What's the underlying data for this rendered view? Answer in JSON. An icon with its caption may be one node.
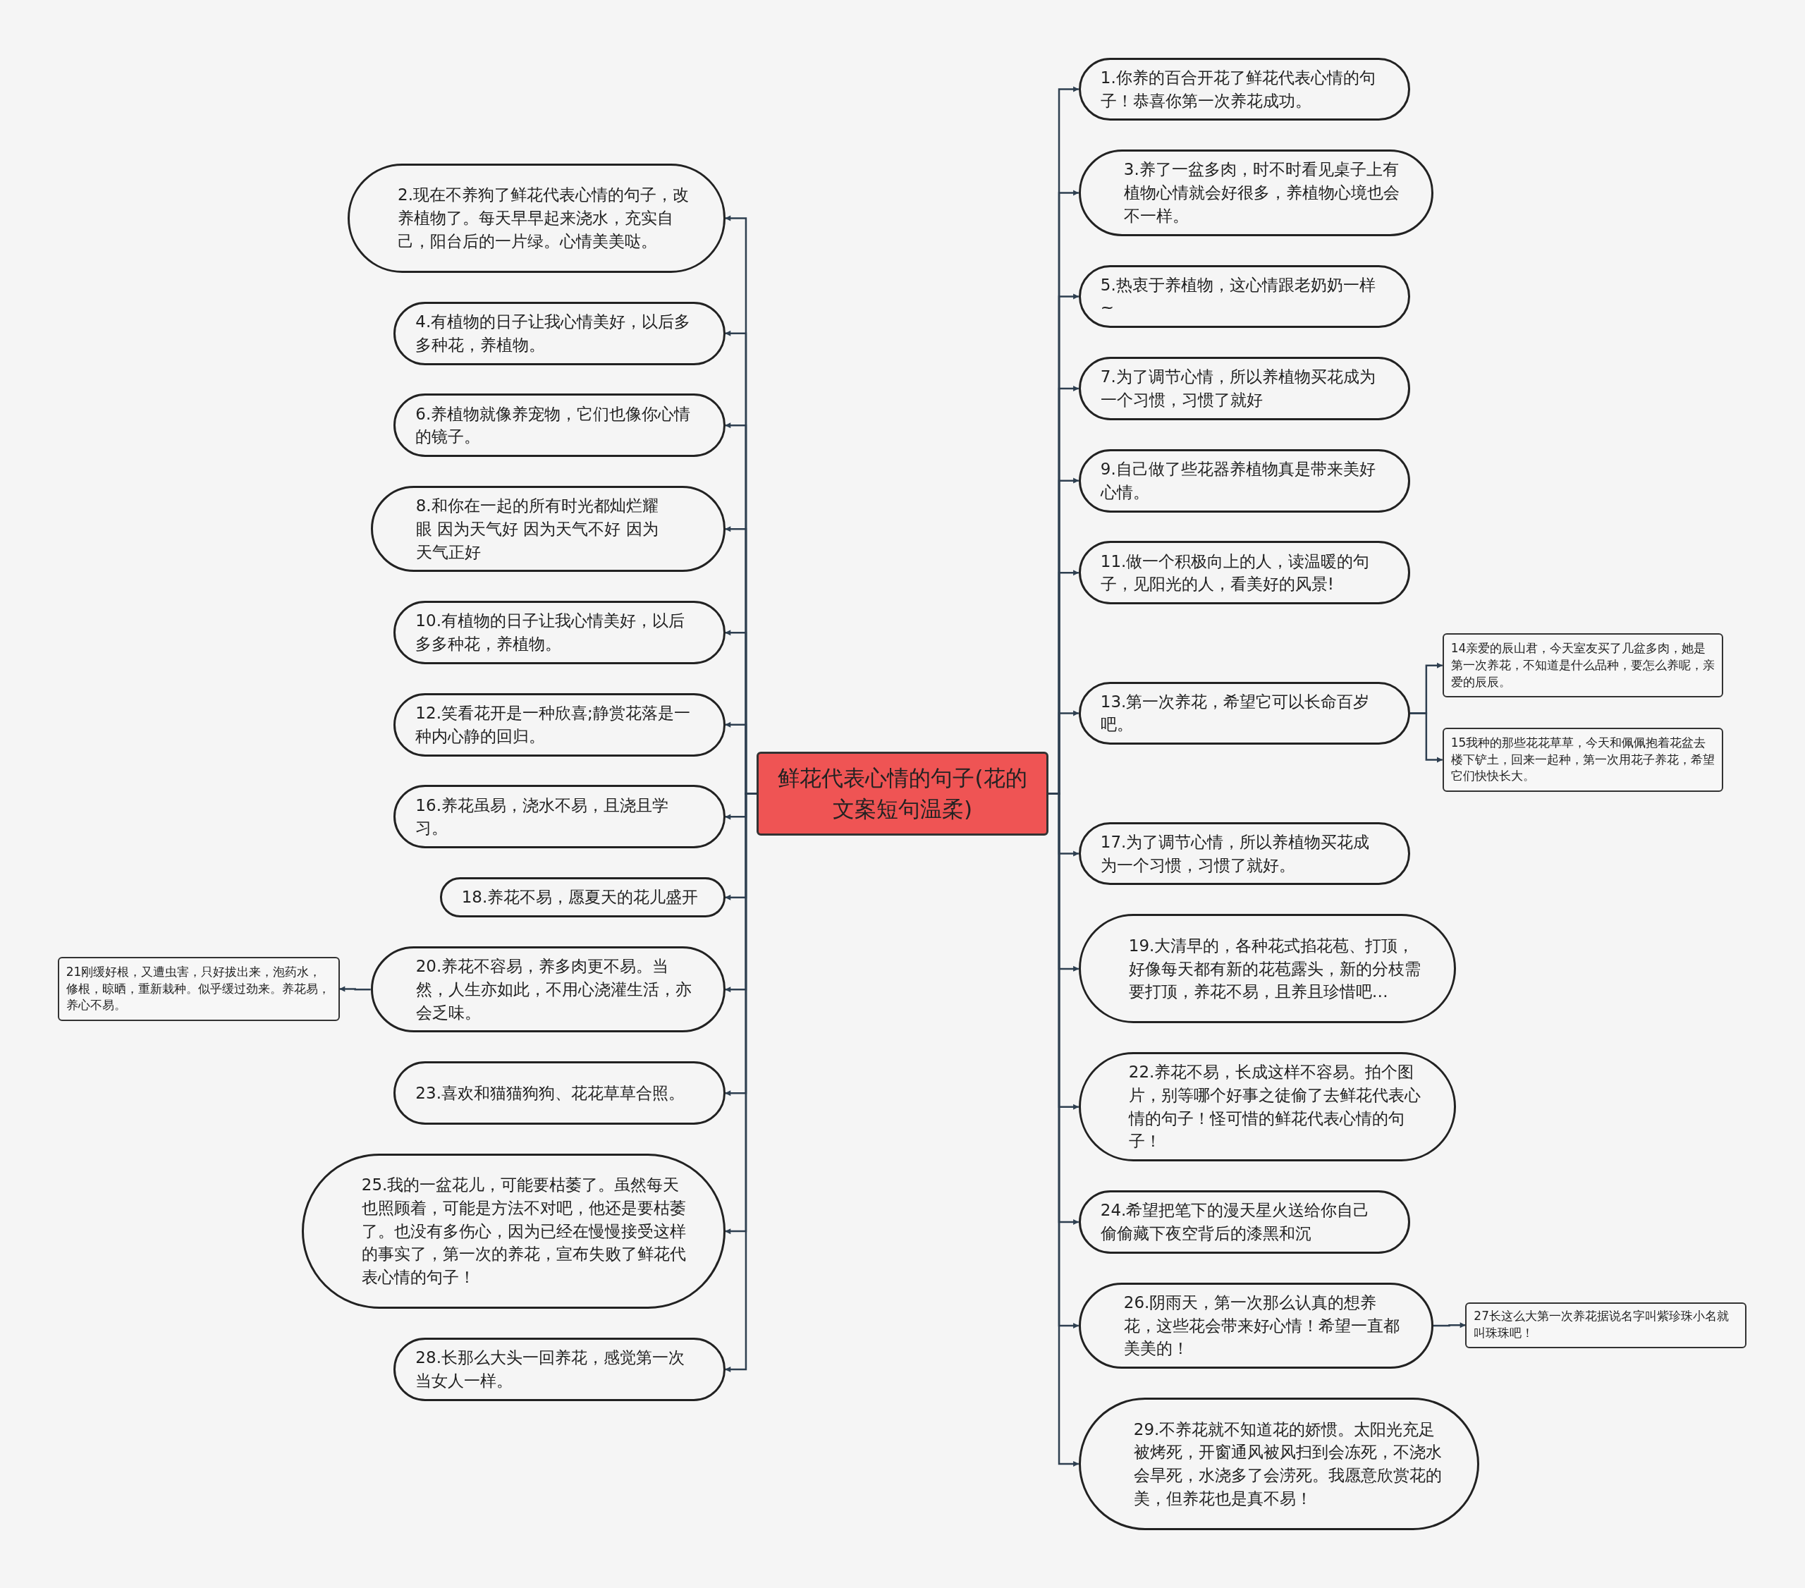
{
  "diagram": {
    "nodes": [
      {
        "text": [
          "鲜花代表心情的句子(花的文案短句温柔)"
        ]
      },
      {
        "text": [
          "1.你养的百合开花了鲜花代表心情的句子！恭喜你第一次养花成功。"
        ]
      },
      {
        "text": [
          "2.现在不养狗了鲜花代表心情的句子，改养植物了。每天早早起来浇水，充实自己，阳台后的一片绿。心情美美哒。"
        ]
      },
      {
        "text": [
          "3.养了一盆多肉，时不时看见桌子上有植物心情就会好很多，养植物心境也会不一样。"
        ]
      },
      {
        "text": [
          "4.有植物的日子让我心情美好，以后多多种花，养植物。"
        ]
      },
      {
        "text": [
          "5.热衷于养植物，这心情跟老奶奶一样~"
        ]
      },
      {
        "text": [
          "6.养植物就像养宠物，它们也像你心情的镜子。"
        ]
      },
      {
        "text": [
          "7.为了调节心情，所以养植物买花成为一个习惯，习惯了就好"
        ]
      },
      {
        "text": [
          "8.和你在一起的所有时光都灿烂耀眼 因为天气好 因为天气不好 因为天气正好"
        ]
      },
      {
        "text": [
          "9.自己做了些花器养植物真是带来美好心情。"
        ]
      },
      {
        "text": [
          "10.有植物的日子让我心情美好，以后多多种花，养植物。"
        ]
      },
      {
        "text": [
          "11.做一个积极向上的人，读温暖的句子，见阳光的人，看美好的风景!"
        ]
      },
      {
        "text": [
          "12.笑看花开是一种欣喜;静赏花落是一种内心静的回归。"
        ]
      },
      {
        "text": [
          "13.第一次养花，希望它可以长命百岁吧。"
        ]
      },
      {
        "text": [
          "14亲爱的辰山君，今天室友买了几盆多肉，她是第一次养花，不知道是什么品种，要怎么养呢，亲爱的辰辰。"
        ]
      },
      {
        "text": [
          "15我种的那些花花草草，今天和佩佩抱着花盆去楼下铲土，回来一起种，第一次用花子养花，希望它们快快长大。"
        ]
      },
      {
        "text": [
          "16.养花虽易，浇水不易，且浇且学习。"
        ]
      },
      {
        "text": [
          "17.为了调节心情，所以养植物买花成为一个习惯，习惯了就好。"
        ]
      },
      {
        "text": [
          "18.养花不易，愿夏天的花儿盛开"
        ]
      },
      {
        "text": [
          "19.大清早的，各种花式掐花苞、打顶，好像每天都有新的花苞露头，新的分枝需要打顶，养花不易，且养且珍惜吧…"
        ]
      },
      {
        "text": [
          "20.养花不容易，养多肉更不易。当然，人生亦如此，不用心浇灌生活，亦会乏味。"
        ]
      },
      {
        "text": [
          "21刚缓好根，又遭虫害，只好拔出来，泡药水，修根，晾晒，重新栽种。似乎缓过劲来。养花易，养心不易。"
        ]
      },
      {
        "text": [
          "22.养花不易，长成这样不容易。拍个图片，别等哪个好事之徒偷了去鲜花代表心情的句子！怪可惜的鲜花代表心情的句子！"
        ]
      },
      {
        "text": [
          "23.喜欢和猫猫狗狗、花花草草合照。"
        ]
      },
      {
        "text": [
          "24.希望把笔下的漫天星火送给你自己偷偷藏下夜空背后的漆黑和沉"
        ]
      },
      {
        "text": [
          "25.我的一盆花儿，可能要枯萎了。虽然每天也照顾着，可能是方法不对吧，他还是要枯萎了。也没有多伤心，因为已经在慢慢接受这样的事实了，第一次的养花，宣布失败了鲜花代表心情的句子！"
        ]
      },
      {
        "text": [
          "26.阴雨天，第一次那么认真的想养花，这些花会带来好心情！希望一直都美美的！"
        ]
      },
      {
        "text": [
          "27长这么大第一次养花据说名字叫紫珍珠小名就叫珠珠吧！"
        ]
      },
      {
        "text": [
          "28.长那么大头一回养花，感觉第一次当女人一样。"
        ]
      },
      {
        "text": [
          "29.不养花就不知道花的娇惯。太阳光充足被烤死，开窗通风被风扫到会冻死，不浇水会旱死，水浇多了会涝死。我愿意欣赏花的美，但养花也是真不易！"
        ]
      }
    ],
    "edges": [
      {
        "from": 0,
        "to": 1,
        "arrow": "to"
      },
      {
        "from": 0,
        "to": 2,
        "arrow": "to"
      },
      {
        "from": 0,
        "to": 3,
        "arrow": "to"
      },
      {
        "from": 0,
        "to": 4,
        "arrow": "to"
      },
      {
        "from": 0,
        "to": 5,
        "arrow": "to"
      },
      {
        "from": 0,
        "to": 6,
        "arrow": "to"
      },
      {
        "from": 0,
        "to": 7,
        "arrow": "to"
      },
      {
        "from": 0,
        "to": 8,
        "arrow": "to"
      },
      {
        "from": 0,
        "to": 9,
        "arrow": "to"
      },
      {
        "from": 0,
        "to": 10,
        "arrow": "to"
      },
      {
        "from": 0,
        "to": 11,
        "arrow": "to"
      },
      {
        "from": 0,
        "to": 12,
        "arrow": "to"
      },
      {
        "from": 0,
        "to": 13,
        "arrow": "to"
      },
      {
        "from": 13,
        "to": 14,
        "arrow": "to"
      },
      {
        "from": 13,
        "to": 15,
        "arrow": "to"
      },
      {
        "from": 0,
        "to": 16,
        "arrow": "to"
      },
      {
        "from": 0,
        "to": 17,
        "arrow": "to"
      },
      {
        "from": 0,
        "to": 18,
        "arrow": "to"
      },
      {
        "from": 0,
        "to": 19,
        "arrow": "to"
      },
      {
        "from": 0,
        "to": 20,
        "arrow": "to"
      },
      {
        "from": 20,
        "to": 21,
        "arrow": "to"
      },
      {
        "from": 0,
        "to": 22,
        "arrow": "to"
      },
      {
        "from": 0,
        "to": 23,
        "arrow": "to"
      },
      {
        "from": 0,
        "to": 24,
        "arrow": "to"
      },
      {
        "from": 0,
        "to": 25,
        "arrow": "to"
      },
      {
        "from": 0,
        "to": 26,
        "arrow": "to"
      },
      {
        "from": 26,
        "to": 27,
        "arrow": "to"
      },
      {
        "from": 0,
        "to": 28,
        "arrow": "to"
      },
      {
        "from": 0,
        "to": 29,
        "arrow": "to"
      }
    ]
  }
}
